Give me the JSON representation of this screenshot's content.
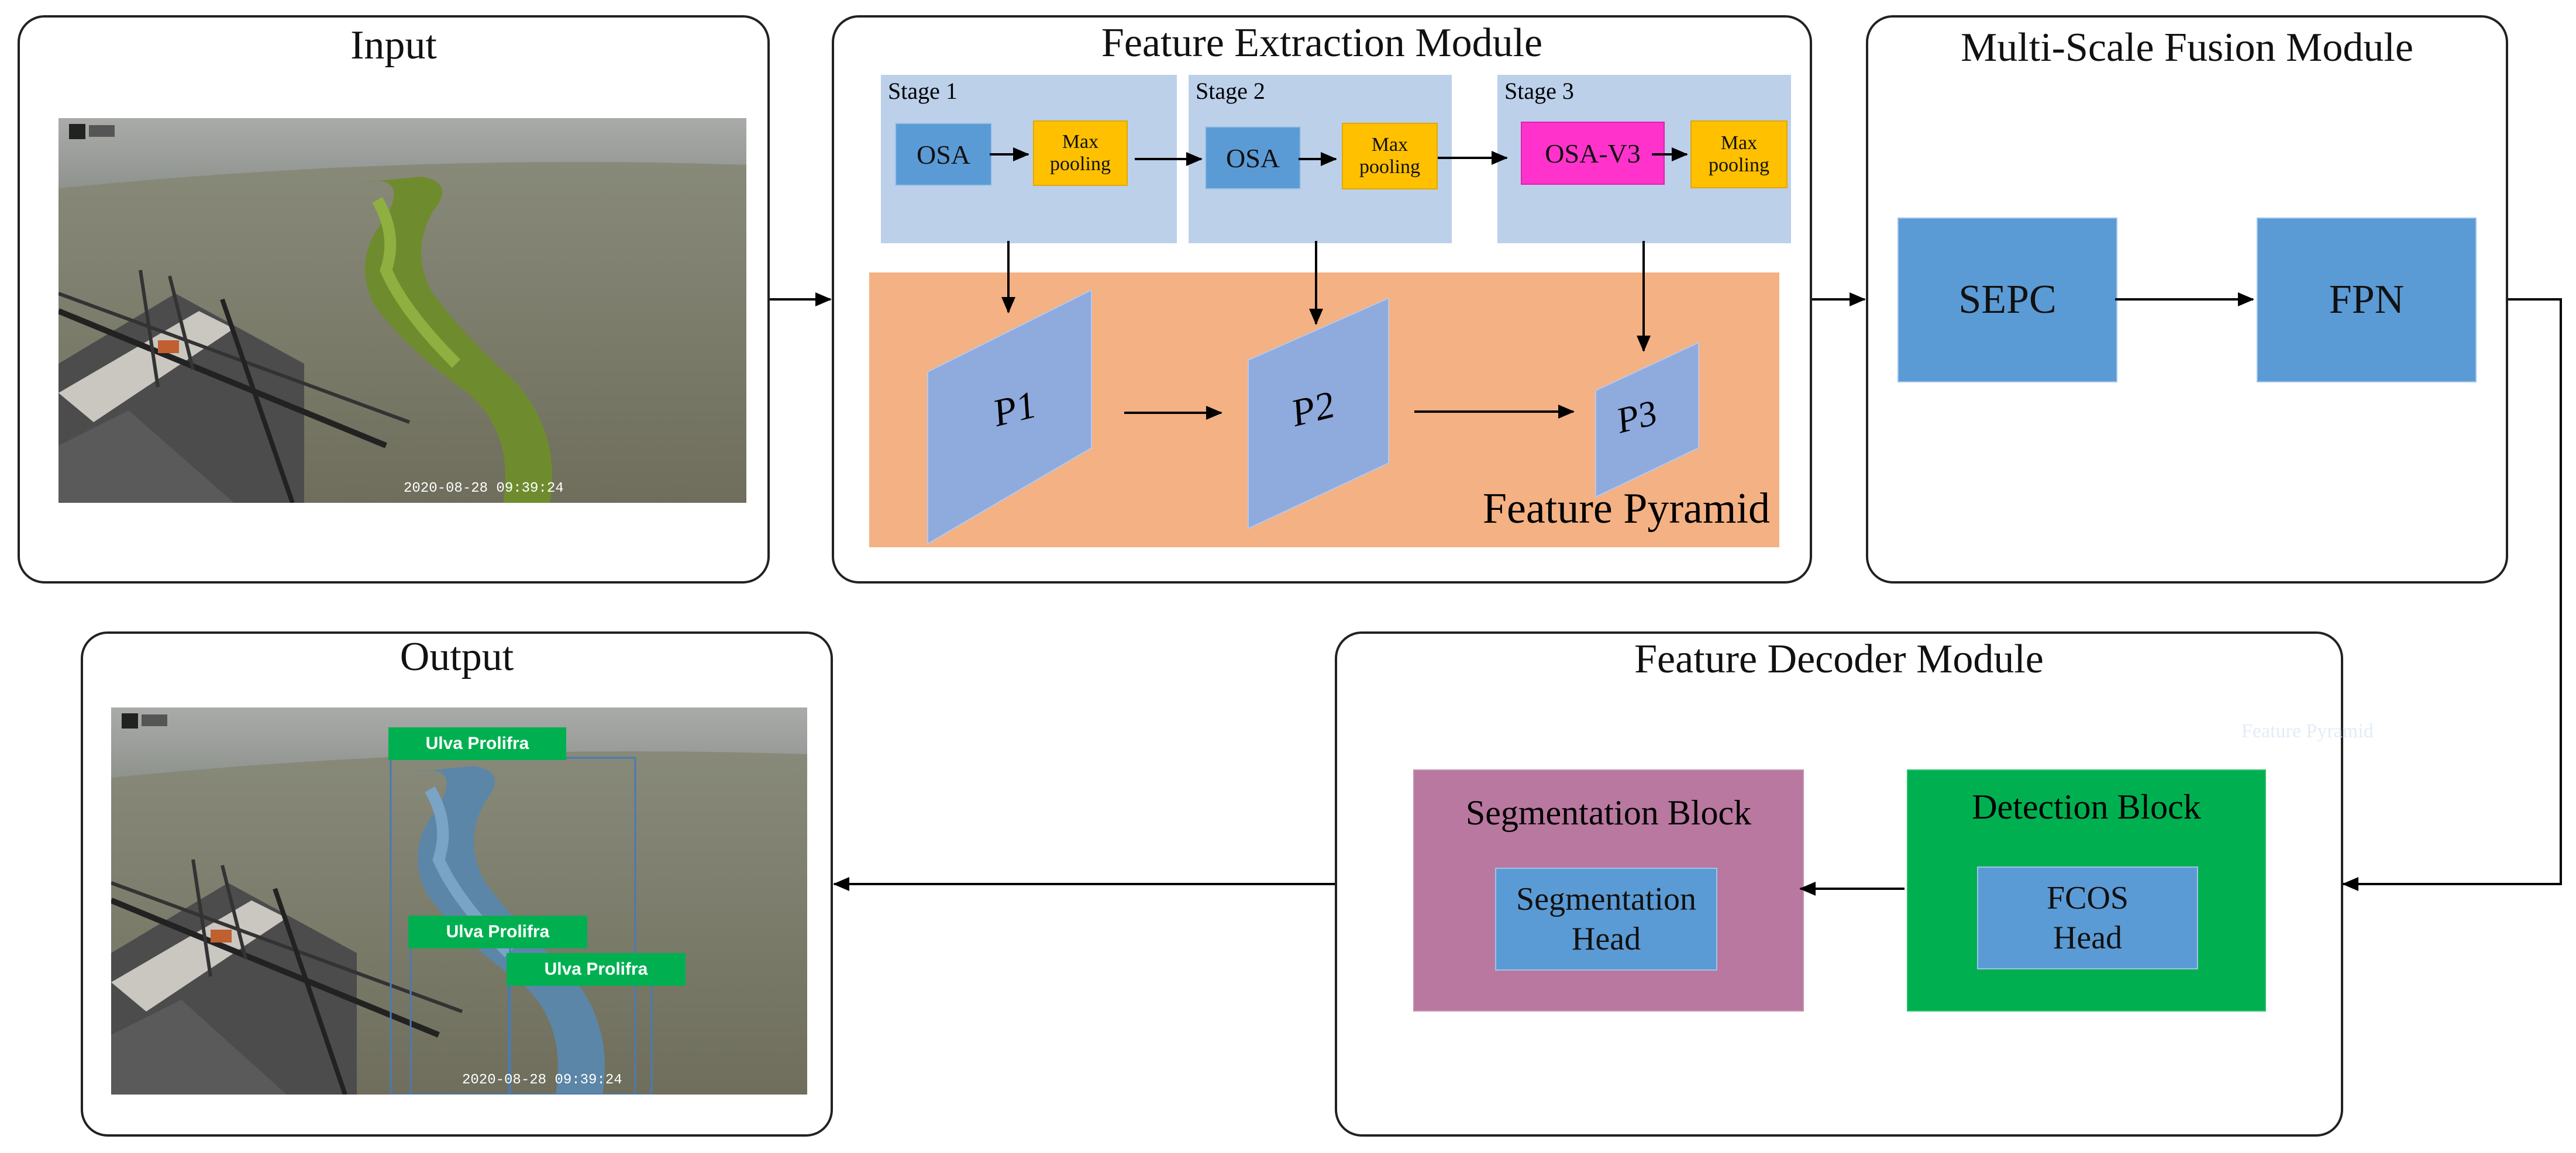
{
  "input": {
    "title": "Input",
    "timestamp": "2020-08-28 09:39:24"
  },
  "feature_extraction": {
    "title": "Feature Extraction Module",
    "stages": [
      {
        "label": "Stage 1",
        "block": "OSA",
        "pool": "Max pooling"
      },
      {
        "label": "Stage 2",
        "block": "OSA",
        "pool": "Max pooling"
      },
      {
        "label": "Stage 3",
        "block": "OSA-V3",
        "pool": "Max pooling"
      }
    ],
    "pyramid_label": "Feature Pyramid",
    "levels": [
      "P1",
      "P2",
      "P3"
    ]
  },
  "fusion": {
    "title": "Multi-Scale Fusion Module",
    "sepc": "SEPC",
    "fpn": "FPN"
  },
  "decoder": {
    "title": "Feature Decoder Module",
    "segmentation_block": "Segmentation Block",
    "segmentation_head": "Segmentation Head",
    "detection_block": "Detection Block",
    "detection_head": "FCOS Head",
    "faint_text": "Feature Pyramid"
  },
  "output": {
    "title": "Output",
    "timestamp": "2020-08-28 09:39:24",
    "detections": [
      "Ulva Prolifra",
      "Ulva Prolifra",
      "Ulva Prolifra"
    ]
  },
  "colors": {
    "stage_bg": "#bcd0ea",
    "osa": "#5b9bd5",
    "max_pooling": "#ffc000",
    "osa_v3": "#ff33cc",
    "pyramid_bg": "#f4b183",
    "pyramid_level": "#8faadc",
    "segmentation_block": "#b9789f",
    "detection_block": "#00b050",
    "detection_label": "#00b050"
  }
}
